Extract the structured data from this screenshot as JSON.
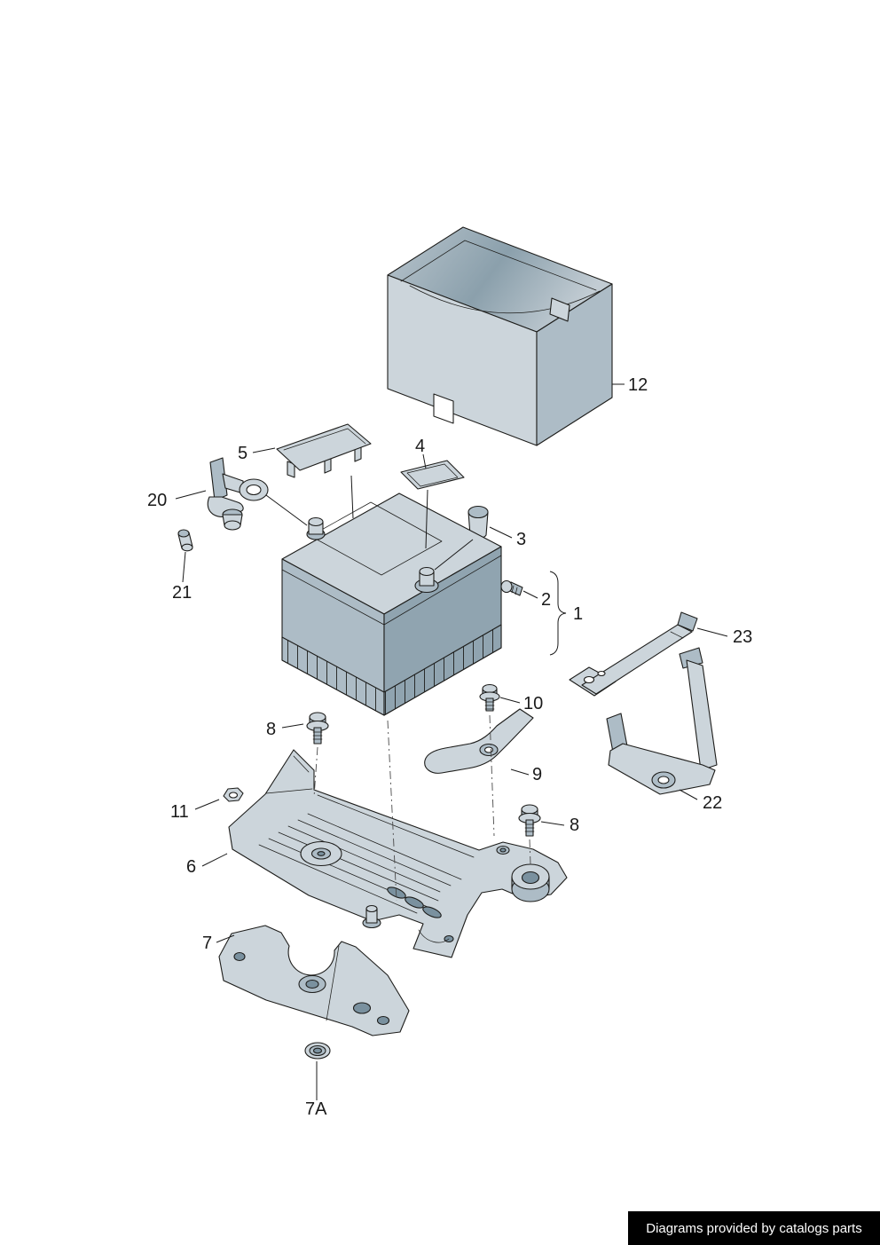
{
  "colors": {
    "outline": "#1d1d1b",
    "fill_light": "#ccd5db",
    "fill_mid": "#adbcc6",
    "fill_dark": "#90a4b0",
    "fill_deep": "#7a919f",
    "label": "#1a1a1a",
    "footer_bg": "#000000",
    "footer_fg": "#ffffff"
  },
  "diagram": {
    "type": "exploded-parts-diagram",
    "subject": "battery with cover, tray and mounting hardware",
    "callouts": {
      "c12": "12",
      "c5": "5",
      "c4": "4",
      "c20": "20",
      "c3": "3",
      "c21": "21",
      "c2": "2",
      "c1": "1",
      "c23": "23",
      "c10": "10",
      "c8a": "8",
      "c9": "9",
      "c22": "22",
      "c11": "11",
      "c8b": "8",
      "c6": "6",
      "c7": "7",
      "c7a": "7A"
    }
  },
  "footer": {
    "text": "Diagrams provided by catalogs parts"
  }
}
